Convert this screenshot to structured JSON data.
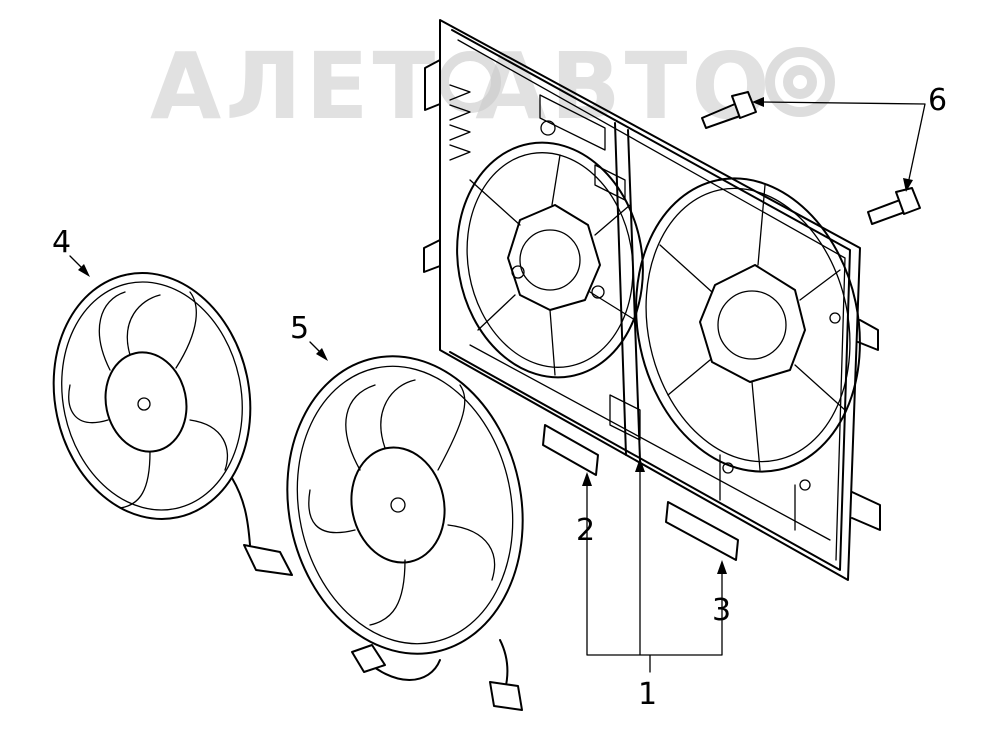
{
  "watermark": {
    "text": "АЛЕТ АВТО"
  },
  "callouts": [
    {
      "id": "1",
      "label": "1"
    },
    {
      "id": "2",
      "label": "2"
    },
    {
      "id": "3",
      "label": "3"
    },
    {
      "id": "4",
      "label": "4"
    },
    {
      "id": "5",
      "label": "5"
    },
    {
      "id": "6",
      "label": "6"
    }
  ]
}
